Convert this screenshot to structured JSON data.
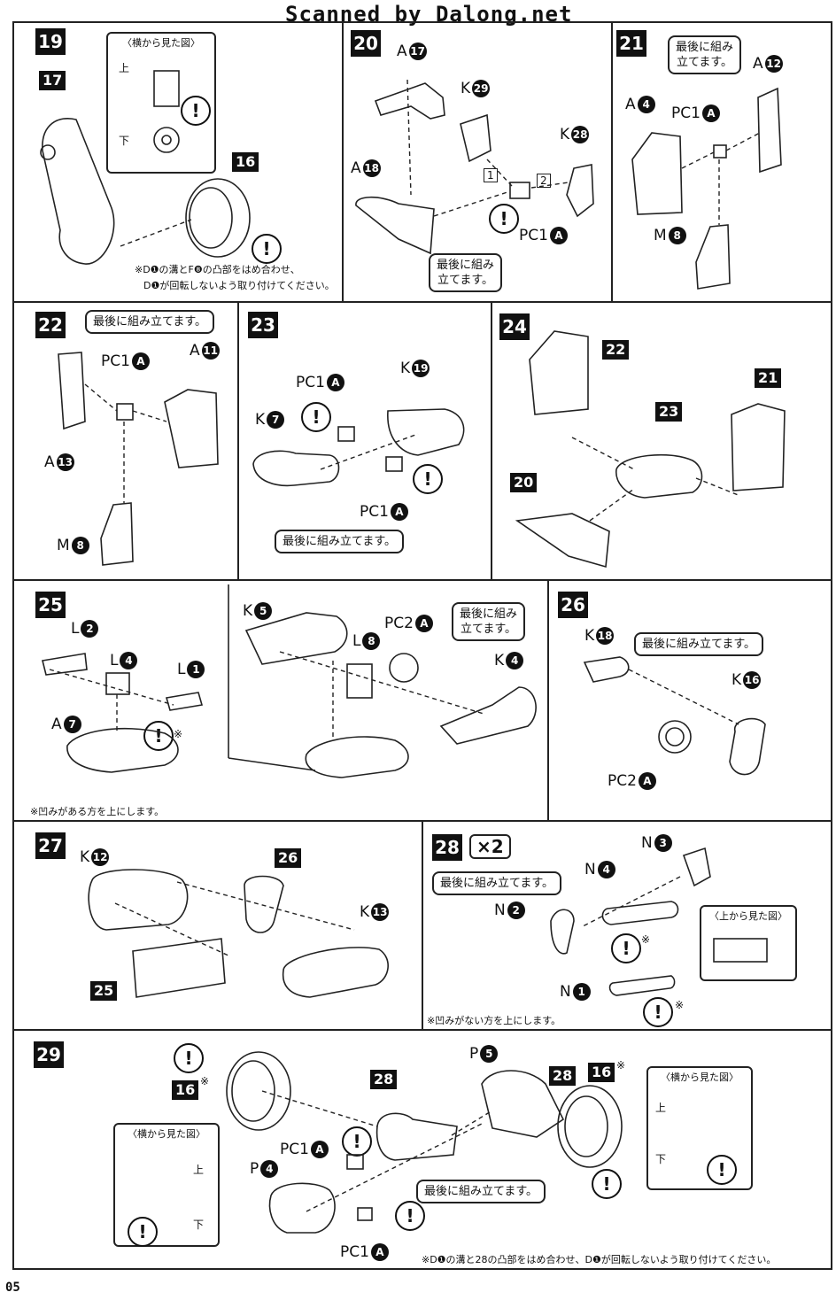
{
  "header": {
    "watermark": "Scanned by Dalong.net"
  },
  "footer": {
    "page_number": "05"
  },
  "common": {
    "last_assemble": "最後に組み立てます。",
    "last_assemble_l1": "最後に組み",
    "last_assemble_l2": "立てます。",
    "side_view": "〈横から見た図〉",
    "top_view": "〈上から見た図〉",
    "up": "上",
    "down": "下",
    "warn": "!"
  },
  "steps": {
    "s19": {
      "num": "19",
      "tag17": "17",
      "tag16": "16",
      "note_l1": "※D❶の溝とF❽の凸部をはめ合わせ、",
      "note_l2": "D❶が回転しないよう取り付けてください。"
    },
    "s20": {
      "num": "20",
      "a17": "A",
      "a17n": "17",
      "k29": "K",
      "k29n": "29",
      "k28": "K",
      "k28n": "28",
      "a18": "A",
      "a18n": "18",
      "pc1": "PC1",
      "pc1n": "A",
      "order1": "1",
      "order2": "2"
    },
    "s21": {
      "num": "21",
      "a4": "A",
      "a4n": "4",
      "pc1": "PC1",
      "pc1n": "A",
      "a12": "A",
      "a12n": "12",
      "m8": "M",
      "m8n": "8"
    },
    "s22": {
      "num": "22",
      "pc1": "PC1",
      "pc1n": "A",
      "a11": "A",
      "a11n": "11",
      "a13": "A",
      "a13n": "13",
      "m8": "M",
      "m8n": "8"
    },
    "s23": {
      "num": "23",
      "pc1a": "PC1",
      "pc1an": "A",
      "k19": "K",
      "k19n": "19",
      "k7": "K",
      "k7n": "7",
      "pc1b": "PC1",
      "pc1bn": "A"
    },
    "s24": {
      "num": "24",
      "t22": "22",
      "t23": "23",
      "t21": "21",
      "t20": "20"
    },
    "s25": {
      "num": "25",
      "l2": "L",
      "l2n": "2",
      "l4": "L",
      "l4n": "4",
      "l1": "L",
      "l1n": "1",
      "a7": "A",
      "a7n": "7",
      "k5": "K",
      "k5n": "5",
      "l8": "L",
      "l8n": "8",
      "pc2": "PC2",
      "pc2n": "A",
      "k4": "K",
      "k4n": "4",
      "note": "※凹みがある方を上にします。",
      "asterisk": "※"
    },
    "s26": {
      "num": "26",
      "k18": "K",
      "k18n": "18",
      "k16": "K",
      "k16n": "16",
      "pc2": "PC2",
      "pc2n": "A"
    },
    "s27": {
      "num": "27",
      "k12": "K",
      "k12n": "12",
      "t26": "26",
      "k13": "K",
      "k13n": "13",
      "t25": "25"
    },
    "s28": {
      "num": "28",
      "times": "×2",
      "n3": "N",
      "n3n": "3",
      "n4": "N",
      "n4n": "4",
      "n2": "N",
      "n2n": "2",
      "n1": "N",
      "n1n": "1",
      "note": "※凹みがない方を上にします。",
      "asterisk": "※"
    },
    "s29": {
      "num": "29",
      "t16a": "16",
      "t28a": "28",
      "p5": "P",
      "p5n": "5",
      "t28b": "28",
      "t16b": "16",
      "pc1a": "PC1",
      "pc1an": "A",
      "p4": "P",
      "p4n": "4",
      "pc1b": "PC1",
      "pc1bn": "A",
      "asterisk": "※",
      "note": "※D❶の溝と28の凸部をはめ合わせ、D❶が回転しないよう取り付けてください。"
    }
  }
}
